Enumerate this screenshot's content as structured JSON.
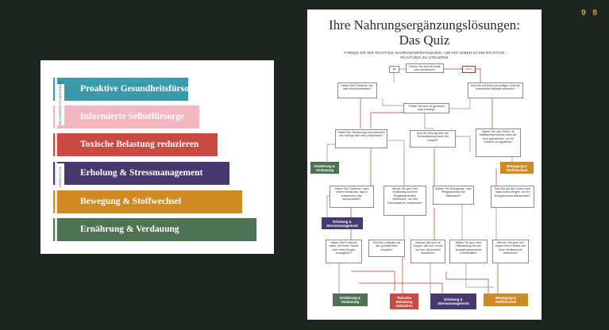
{
  "page_number": "9 8",
  "pyramid": {
    "levels": [
      {
        "label": "Proaktive Gesundheitsfürsorge",
        "color": "#3a9aaa"
      },
      {
        "label": "Informierte Selbstfürsorge",
        "color": "#f2b6c1"
      },
      {
        "label": "Toxische Belastung reduzieren",
        "color": "#c94a43"
      },
      {
        "label": "Erholung & Stressmanagement",
        "color": "#47396f"
      },
      {
        "label": "Bewegung & Stoffwechsel",
        "color": "#cf8a23"
      },
      {
        "label": "Ernährung & Verdauung",
        "color": "#4f7154"
      }
    ],
    "side_label_top": "GESUNDHEITSVORSORGE",
    "side_label_bottom": "LEBENSSTIL"
  },
  "quiz": {
    "title_line1": "Ihre Nahrungsergänzungslösungen:",
    "title_line2": "Das Quiz",
    "subtitle": "FINDEN SIE DIE RICHTIGE NAHRUNGSERGÄNZUNG, UM IHR LEBEN IN DIE RICHTIGE RICHTUNG ZU STEUERN!",
    "yes": "Ja",
    "no": "Nein",
    "questions": {
      "q1": "Fühlen Sie sich oft müde oder antriebslos?",
      "q2": "Haben Sie Probleme, ein- oder durchzuschlafen?",
      "q3": "Sind Sie mit Ihrem derzeitigen Level an körperlicher Aktivität zufrieden?",
      "q4": "Fühlen Sie sich oft gestresst oder unruhig?",
      "q5": "Haben Sie Verdauungs-beschwerden wie Völlege-fühl oder Unwohlsein?",
      "q6": "Sind Sie besorgt über die Toxinbelastung durch die Umwelt?",
      "q7": "Haben Sie das Gefühl, Ihr Stoffwechsel könnte einen An-stoß gebrauchen, um Ihr Gewicht zu regulieren?",
      "q8": "Haben Sie Probleme, nach einem hektischen Tag zu entspannen oder abzuschalten?",
      "q9": "Würde Sie gern Ihre Ernährung und Ihre Essgewohnheiten verbessern, um Ihre Gesundheit zu verbessern?",
      "q10": "Nutzen Sie Reinigungs- oder Pflegeprodukte auf Naturbasis?",
      "q11": "Sind Sie auf der Suche nach natür-lichen Wegen, um Ihr Energieniveau anzukurbeln?",
      "q12": "Haben Sie Probleme dabei, mit Ihrem Stress oder Ihren Sorgen umzugehen?",
      "q13": "Sind Sie zufrieden mit der Qualität Ihres Schlafes?",
      "q14": "Machen Sie sich oft Sorgen, wie sich Toxine auf Ihre Gesundheit auswirken?",
      "q15": "Hätten Sie gern eine Hilfestellung bei der Auswahl gesünderer Lebensmittel?",
      "q16": "Würden Sie gern Ihre körper-liche Fitness und Ihren Stoffwechsel verbessern?"
    },
    "results": {
      "r1": "Ernährung & Verdauung",
      "r2": "Bewegung & Stoffwechsel",
      "r3": "Erholung & Stressmanagement",
      "r4": "Ernährung & Verdauung",
      "r5": "Toxische Belastung reduzieren",
      "r6": "Erholung & Stressmanagement",
      "r7": "Bewegung & Stoffwechsel"
    }
  }
}
